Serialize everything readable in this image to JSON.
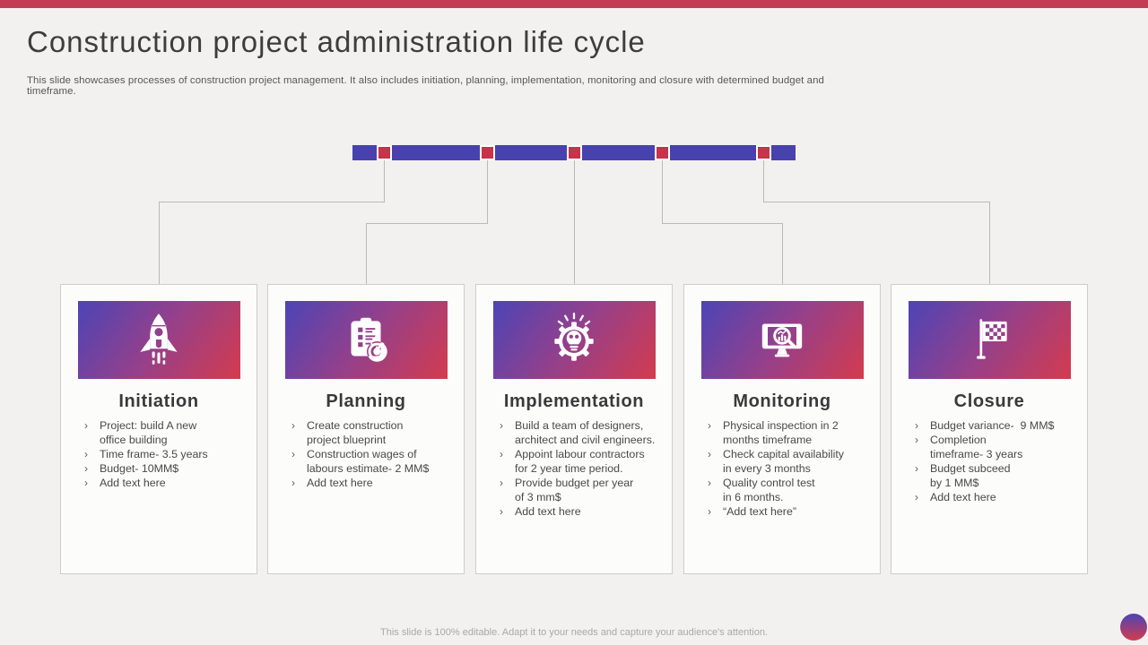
{
  "slide": {
    "title": "Construction project administration life cycle",
    "subtitle": "This slide showcases processes of construction project management. It also includes initiation, planning, implementation, monitoring and closure with determined budget and timeframe.",
    "footer": "This slide is 100% editable. Adapt it to your needs and capture your audience's attention.",
    "bullet_char": "›"
  },
  "colors": {
    "top_bar": "#c23d53",
    "timeline_bar": "#4842ae",
    "timeline_marker": "#c7334a",
    "gradient_start": "#4c44b6",
    "gradient_mid": "#93408c",
    "gradient_end": "#d43b4e"
  },
  "timeline": {
    "marker_count": 5
  },
  "cards": [
    {
      "title": "Initiation",
      "icon": "rocket-icon",
      "bullets": [
        "Project: build A new\noffice building",
        "Time frame- 3.5 years",
        "Budget- 10MM$",
        "Add text here"
      ]
    },
    {
      "title": "Planning",
      "icon": "clipboard-checklist-target-icon",
      "bullets": [
        "Create construction\nproject blueprint",
        "Construction wages of\nlabours estimate- 2 MM$",
        "Add text here"
      ]
    },
    {
      "title": "Implementation",
      "icon": "gear-lightbulb-icon",
      "bullets": [
        "Build a team of designers,\narchitect and civil engineers.",
        "Appoint labour contractors\nfor 2 year time period.",
        "Provide budget per year\nof 3 mm$",
        "Add text here"
      ]
    },
    {
      "title": "Monitoring",
      "icon": "monitor-magnifier-chart-icon",
      "bullets": [
        "Physical inspection in 2\nmonths timeframe",
        "Check capital availability\nin every 3 months",
        "Quality control test\nin 6 months.",
        "“Add text here”"
      ]
    },
    {
      "title": "Closure",
      "icon": "checkered-flag-icon",
      "bullets": [
        "Budget variance-  9 MM$",
        "Completion\ntimeframe- 3 years",
        "Budget subceed\nby 1 MM$",
        "Add text here"
      ]
    }
  ]
}
